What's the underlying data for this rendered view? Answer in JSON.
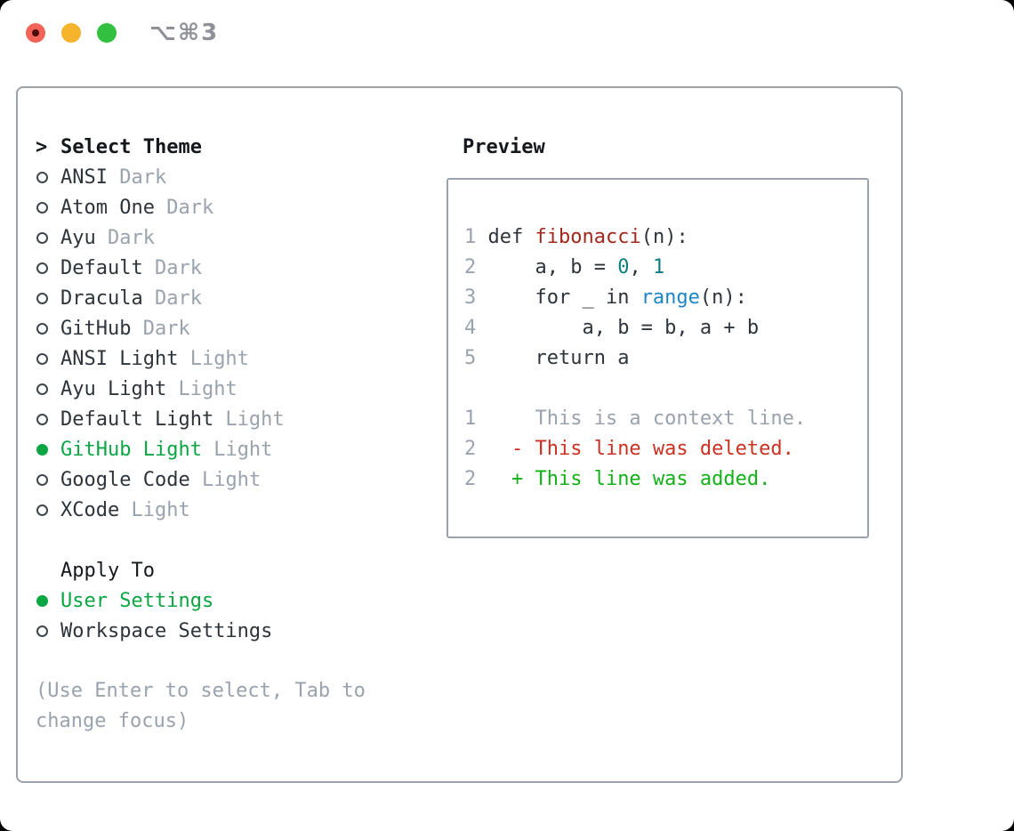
{
  "window": {
    "shortcut_label": "⌥⌘3",
    "traffic_lights": [
      "close",
      "minimize",
      "zoom"
    ]
  },
  "palette": {
    "accent_green": "#0aa644",
    "added_green": "#12b117",
    "removed_red": "#cb3021",
    "func_red": "#a3281b",
    "number_teal": "#0e7d7f",
    "builtin_blue": "#1d87c6",
    "code_dark": "#2e343b",
    "text_dark": "#2e343b",
    "header_black": "#15181c",
    "muted_gray": "#9aa3ad",
    "border_gray": "#9aa2ac",
    "bullet_gray": "#3f464e",
    "shortcut_gray": "#8e9298",
    "traffic_red": "#f2635a",
    "traffic_red_dot": "#4e0c06",
    "traffic_yellow": "#f6b42c",
    "traffic_green": "#32c03e"
  },
  "theme_panel": {
    "header_marker": ">",
    "header": "Select Theme",
    "items": [
      {
        "name": "ANSI",
        "tag": "Dark",
        "selected": false
      },
      {
        "name": "Atom One",
        "tag": "Dark",
        "selected": false
      },
      {
        "name": "Ayu",
        "tag": "Dark",
        "selected": false
      },
      {
        "name": "Default",
        "tag": "Dark",
        "selected": false
      },
      {
        "name": "Dracula",
        "tag": "Dark",
        "selected": false
      },
      {
        "name": "GitHub",
        "tag": "Dark",
        "selected": false
      },
      {
        "name": "ANSI Light",
        "tag": "Light",
        "selected": false
      },
      {
        "name": "Ayu Light",
        "tag": "Light",
        "selected": false
      },
      {
        "name": "Default Light",
        "tag": "Light",
        "selected": false
      },
      {
        "name": "GitHub Light",
        "tag": "Light",
        "selected": true
      },
      {
        "name": "Google Code",
        "tag": "Light",
        "selected": false
      },
      {
        "name": "XCode",
        "tag": "Light",
        "selected": false
      }
    ]
  },
  "apply_panel": {
    "header": "Apply To",
    "items": [
      {
        "name": "User Settings",
        "selected": true
      },
      {
        "name": "Workspace Settings",
        "selected": false
      }
    ]
  },
  "help_text": "(Use Enter to select, Tab to change focus)",
  "preview": {
    "header": "Preview",
    "code_lines": [
      {
        "num": "1",
        "segments": [
          {
            "text": " def ",
            "color": "code"
          },
          {
            "text": "fibonacci",
            "color": "func"
          },
          {
            "text": "(n):",
            "color": "code"
          }
        ]
      },
      {
        "num": "2",
        "segments": [
          {
            "text": "     a, b = ",
            "color": "code"
          },
          {
            "text": "0",
            "color": "number"
          },
          {
            "text": ", ",
            "color": "code"
          },
          {
            "text": "1",
            "color": "number"
          }
        ]
      },
      {
        "num": "3",
        "segments": [
          {
            "text": "     for _ in ",
            "color": "code"
          },
          {
            "text": "range",
            "color": "builtin"
          },
          {
            "text": "(n):",
            "color": "code"
          }
        ]
      },
      {
        "num": "4",
        "segments": [
          {
            "text": "         a, b = b, a + b",
            "color": "code"
          }
        ]
      },
      {
        "num": "5",
        "segments": [
          {
            "text": "     return a",
            "color": "code"
          }
        ]
      }
    ],
    "diff_lines": [
      {
        "num": "1",
        "segments": [
          {
            "text": "     This is a context line.",
            "color": "muted"
          }
        ]
      },
      {
        "num": "2",
        "segments": [
          {
            "text": "   - This line was deleted.",
            "color": "removed"
          }
        ]
      },
      {
        "num": "2",
        "segments": [
          {
            "text": "   + This line was added.",
            "color": "added"
          }
        ]
      }
    ]
  }
}
